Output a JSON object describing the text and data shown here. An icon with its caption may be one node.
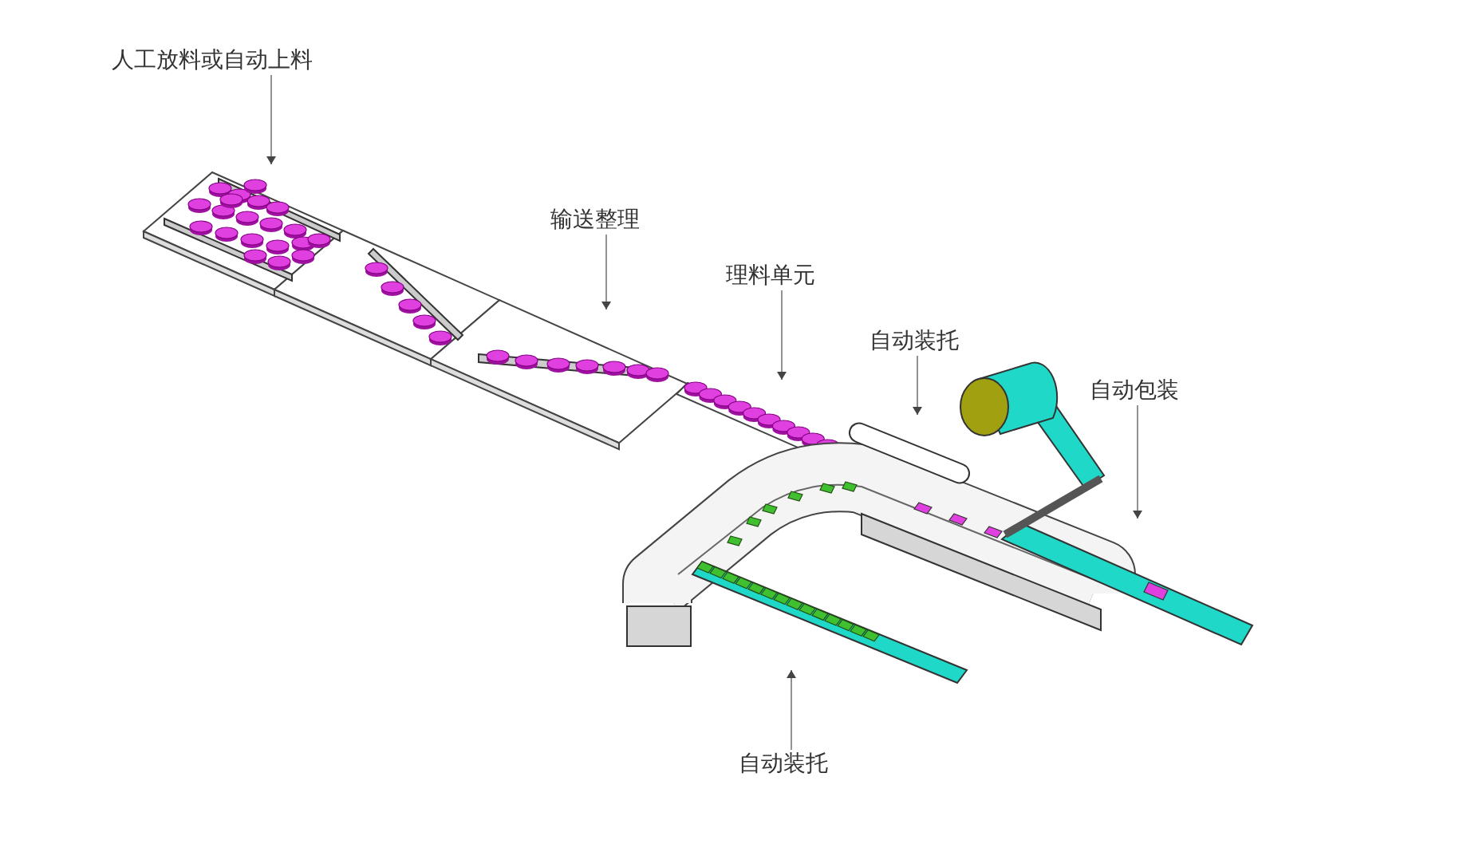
{
  "diagram": {
    "nodes": [
      {
        "text": [
          "人工放料或自动上料"
        ]
      },
      {
        "text": [
          "输送整理"
        ]
      },
      {
        "text": [
          "理料单元"
        ]
      },
      {
        "text": [
          "自动装托"
        ]
      },
      {
        "text": [
          "自动包装"
        ]
      },
      {
        "text": [
          "自动装托"
        ]
      }
    ],
    "edges": [
      {
        "from": 0,
        "to": null,
        "arrow": "to"
      },
      {
        "from": 1,
        "to": null,
        "arrow": "to"
      },
      {
        "from": 2,
        "to": null,
        "arrow": "to"
      },
      {
        "from": 3,
        "to": null,
        "arrow": "to"
      },
      {
        "from": 4,
        "to": null,
        "arrow": "to"
      },
      {
        "from": 5,
        "to": null,
        "arrow": "to"
      }
    ]
  }
}
